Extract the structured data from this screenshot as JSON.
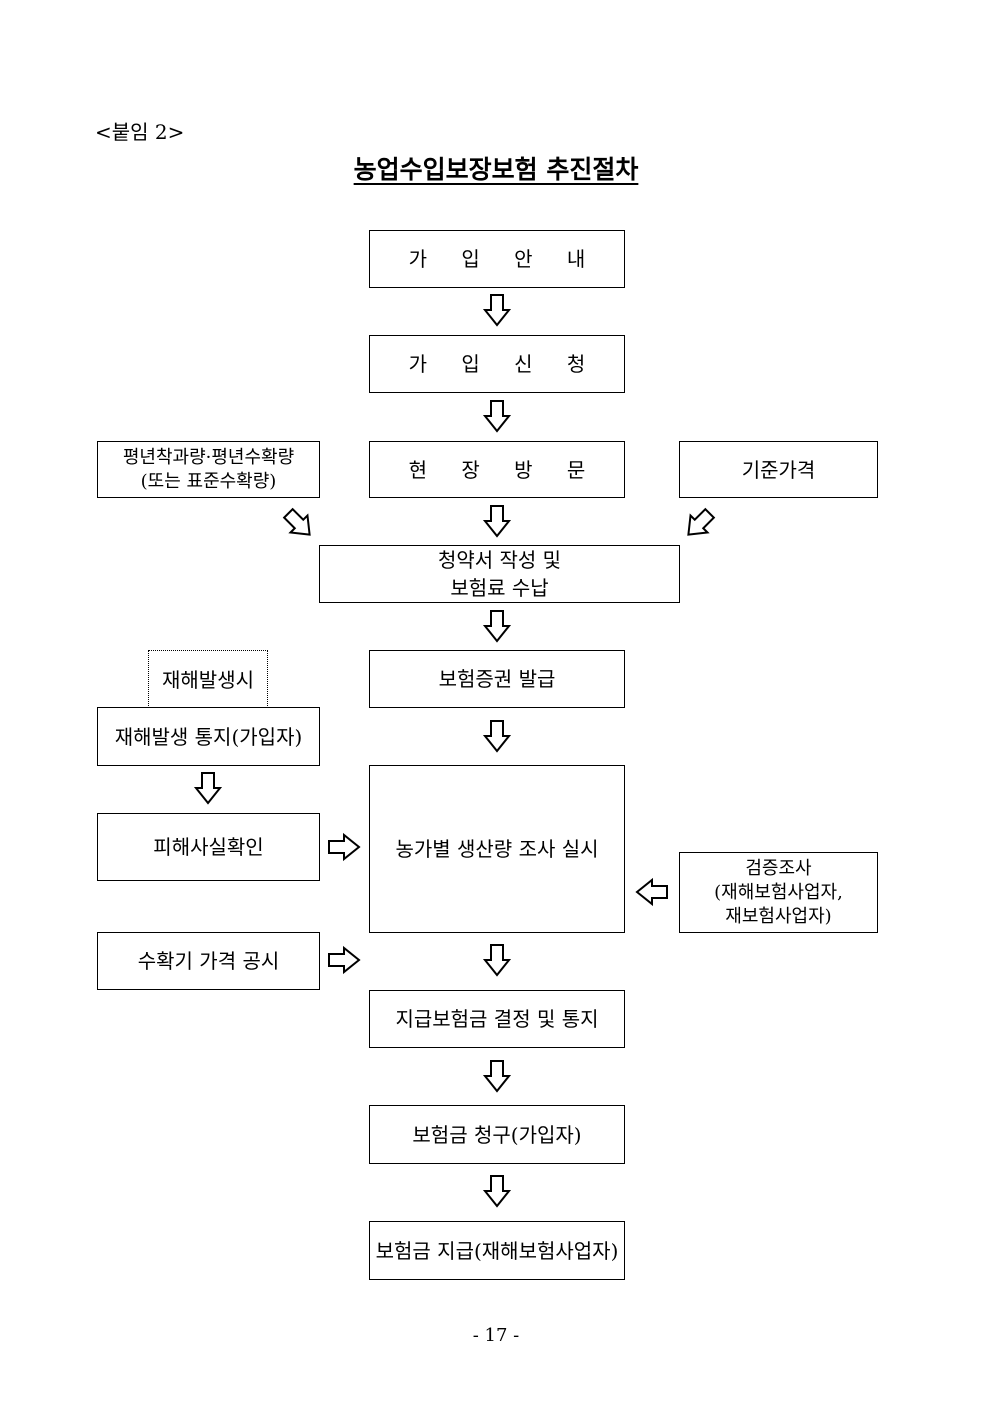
{
  "header": {
    "attachment": "<붙임 2>"
  },
  "title": "농업수입보장보험 추진절차",
  "flow": {
    "join_guide": "가 입 안 내",
    "join_apply": "가 입 신 청",
    "site_visit": "현 장 방 문",
    "yield_base": "평년착과량·평년수확량\n(또는 표준수확량)",
    "base_price": "기준가격",
    "contract": "청약서 작성 및\n보험료 수납",
    "certificate": "보험증권 발급",
    "disaster_when": "재해발생시",
    "disaster_notice": "재해발생 통지(가입자)",
    "damage_check": "피해사실확인",
    "production_survey": "농가별 생산량 조사 실시",
    "verification": "검증조사\n(재해보험사업자,\n재보험사업자)",
    "harvest_price": "수확기 가격 공시",
    "payment_decision": "지급보험금 결정 및 통지",
    "claim": "보험금 청구(가입자)",
    "payment": "보험금 지급(재해보험사업자)"
  },
  "footer": {
    "page_number": "- 17 -"
  }
}
